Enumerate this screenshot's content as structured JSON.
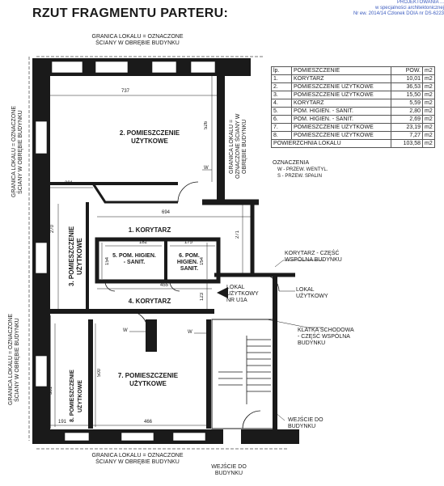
{
  "title": "RZUT FRAGMENTU PARTERU:",
  "stamp": {
    "line1": "PROJEKTOWANIA ... ",
    "line2": "w specjalności architektonicznej",
    "line3": "Nr ew. 2014/14 Członek DOIA nr DS-6223"
  },
  "boundary_labels": {
    "top_1": "GRANICA LOKALU = OZNACZONE",
    "top_2": "ŚCIANY W OBRĘBIE BUDYNKU",
    "bottom_1": "GRANICA LOKALU = OZNACZONE",
    "bottom_2": "ŚCIANY W OBRĘBIE BUDYNKU",
    "left_upper": "GRANICA LOKALU = OZNACZONE ŚCIANY W OBRĘBIE BUDYNKU",
    "left_lower": "GRANICA LOKALU = OZNACZONE ŚCIANY W OBRĘBIE BUDYNKU",
    "right_mid": "GRANICA LOKALU = OZNACZONE ŚCIANY W OBRĘBIE BUDYNKU"
  },
  "rooms": {
    "r2": "2. POMIESZCZENIE UŻYTKOWE",
    "r1": "1. KORYTARZ",
    "r3": "3. POMIESZCZENIE UŻYTKOWE",
    "r5": "5. POM. HIGIEN. - SANIT.",
    "r6": "6. POM. HIGIEN. - SANIT.",
    "r4": "4. KORYTARZ",
    "r7": "7. POMIESZCZENIE UŻYTKOWE",
    "r8": "8. POMIESZCZENIE UŻYTKOWE"
  },
  "dimensions": {
    "d737": "737",
    "d526": "526",
    "d201": "201",
    "d694": "694",
    "d271": "271",
    "d270": "270",
    "d182": "182",
    "d175": "175",
    "d154a": "154",
    "d154b": "154",
    "d455": "455",
    "d123": "123",
    "d500": "500",
    "d381": "381",
    "d191": "191",
    "d466": "466"
  },
  "annotations": {
    "w1": "W",
    "w2": "W",
    "w3": "W",
    "lokal_uzytkowy_nr": "LOKAL UŻYTKOWY NR U1A",
    "lokal_uzytkowy": "LOKAL UŻYTKOWY",
    "korytarz_czesc": "KORYTARZ - CZĘŚĆ WSPÓLNA BUDYNKU",
    "klatka": "KLATKA SCHODOWA - CZĘŚĆ WSPÓLNA BUDYNKU",
    "wejscie_right": "WEJŚCIE DO BUDYNKU",
    "wejscie_bottom": "WEJŚCIE DO BUDYNKU"
  },
  "table": {
    "header": {
      "lp": "lp.",
      "name": "POMIESZCZENIE",
      "area": "POW.",
      "unit": "m2"
    },
    "rows": [
      {
        "lp": "1.",
        "name": "KORYTARZ",
        "area": "10,01",
        "unit": "m2"
      },
      {
        "lp": "2.",
        "name": "POMIESZCZENIE UŻYTKOWE",
        "area": "36,53",
        "unit": "m2"
      },
      {
        "lp": "3.",
        "name": "POMIESZCZENIE UŻYTKOWE",
        "area": "15,50",
        "unit": "m2"
      },
      {
        "lp": "4.",
        "name": "KORYTARZ",
        "area": "5,59",
        "unit": "m2"
      },
      {
        "lp": "5.",
        "name": "POM. HIGIEN. - SANIT.",
        "area": "2,80",
        "unit": "m2"
      },
      {
        "lp": "6.",
        "name": "POM. HIGIEN. - SANIT.",
        "area": "2,69",
        "unit": "m2"
      },
      {
        "lp": "7.",
        "name": "POMIESZCZENIE UŻYTKOWE",
        "area": "23,19",
        "unit": "m2"
      },
      {
        "lp": "8.",
        "name": "POMIESZCZENIE UŻYTKOWE",
        "area": "7,27",
        "unit": "m2"
      }
    ],
    "total_label": "POWIERZCHNIA LOKALU",
    "total_area": "103,58",
    "total_unit": "m2"
  },
  "legend": {
    "title": "OZNACZENIA",
    "item1": "W - PRZEW. WENTYL.",
    "item2": "S - PRZEW. SPALIN"
  },
  "colors": {
    "ink": "#1a1a1a",
    "stamp": "#3b5bbf",
    "boundary": "#777777"
  }
}
